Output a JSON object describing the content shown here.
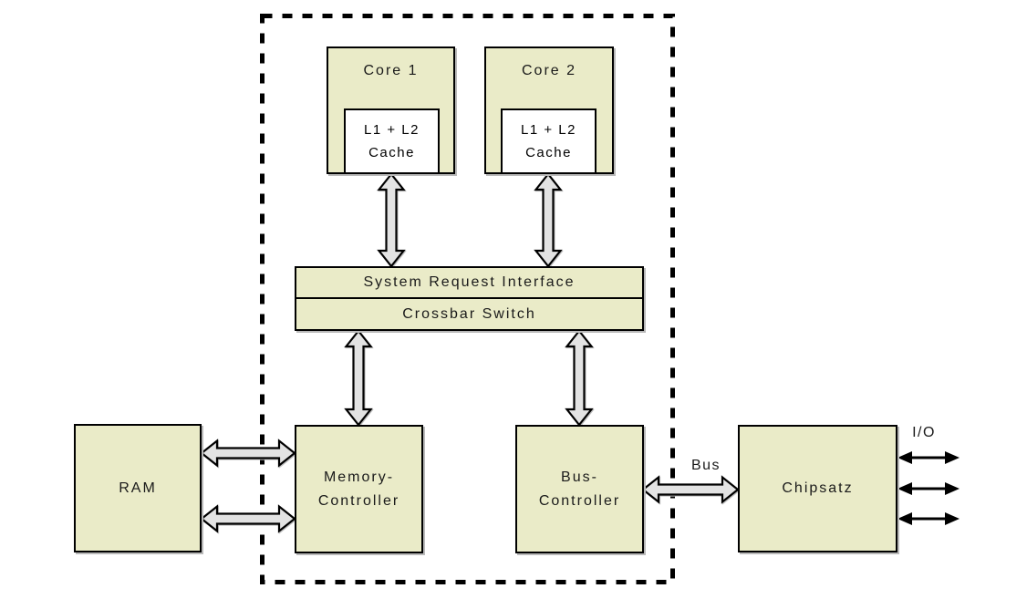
{
  "diagram": {
    "description": "Dual-core CPU block diagram",
    "colors": {
      "module_fill": "#eaebc8",
      "cache_fill": "#ffffff",
      "arrow_fill": "#e3e3e3",
      "outline": "#000000",
      "io_arrow_fill": "#000000",
      "background": "#ffffff"
    },
    "nodes": {
      "core1": {
        "label": "Core 1"
      },
      "core2": {
        "label": "Core 2"
      },
      "cache1": {
        "line1": "L1 + L2",
        "line2": "Cache"
      },
      "cache2": {
        "line1": "L1 + L2",
        "line2": "Cache"
      },
      "sri": {
        "label": "System Request Interface"
      },
      "crossbar": {
        "label": "Crossbar Switch"
      },
      "ram": {
        "label": "RAM"
      },
      "memctrl": {
        "line1": "Memory-",
        "line2": "Controller"
      },
      "busctrl": {
        "line1": "Bus-",
        "line2": "Controller"
      },
      "chipsatz": {
        "label": "Chipsatz"
      }
    },
    "labels": {
      "bus": "Bus",
      "io": "I/O"
    },
    "edges": [
      {
        "from": "Core 1 L1+L2 Cache",
        "to": "System Request Interface",
        "style": "thick-double-arrow"
      },
      {
        "from": "Core 2 L1+L2 Cache",
        "to": "System Request Interface",
        "style": "thick-double-arrow"
      },
      {
        "from": "Crossbar Switch",
        "to": "Memory-Controller",
        "style": "thick-double-arrow"
      },
      {
        "from": "Crossbar Switch",
        "to": "Bus-Controller",
        "style": "thick-double-arrow"
      },
      {
        "from": "RAM",
        "to": "Memory-Controller",
        "style": "thick-double-arrow",
        "count": 2
      },
      {
        "from": "Bus-Controller",
        "to": "Chipsatz",
        "style": "thick-double-arrow",
        "label": "Bus"
      },
      {
        "from": "Chipsatz",
        "to": "I/O",
        "style": "thin-double-arrow",
        "count": 3
      }
    ],
    "die_boundary": "dashed rectangle around CPU internals"
  }
}
